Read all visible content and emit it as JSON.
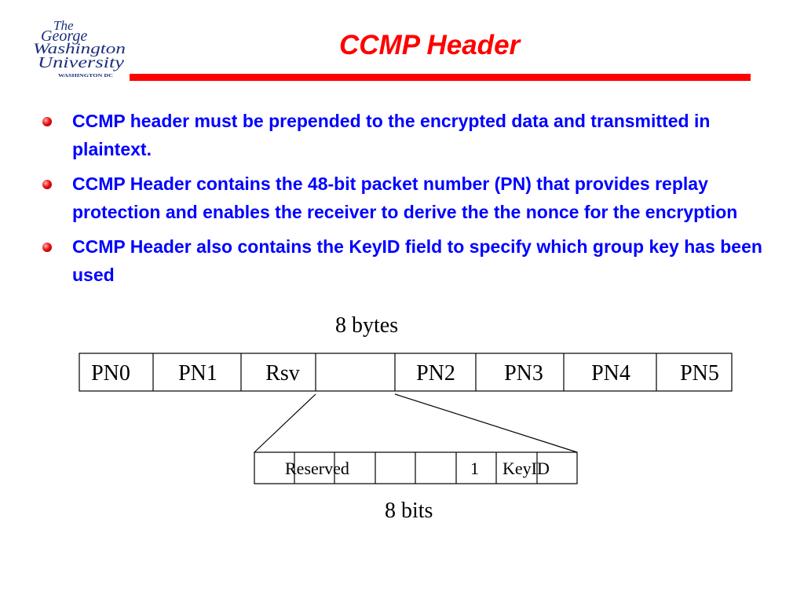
{
  "slide": {
    "title": "CCMP Header",
    "logo": {
      "lines": [
        "The",
        "George",
        "Washington",
        "University",
        "WASHINGTON DC"
      ],
      "color": "#1b2f7a"
    },
    "accent_color": "#ff0000",
    "text_color": "#0000ff",
    "bullets": [
      "CCMP header must be prepended to the encrypted data and transmitted in plaintext.",
      "CCMP Header contains the 48-bit packet number (PN) that provides replay protection and enables the receiver to derive the the nonce for the encryption",
      "CCMP Header also contains the KeyID field to specify which group key has been used"
    ]
  },
  "diagram": {
    "bytes_label": "8 bytes",
    "bits_label": "8 bits",
    "byte_fields": [
      "PN0",
      "PN1",
      "Rsv",
      "",
      "PN2",
      "PN3",
      "PN4",
      "PN5"
    ],
    "bit_fields": [
      "Reserved",
      "1",
      "KeyID"
    ]
  }
}
